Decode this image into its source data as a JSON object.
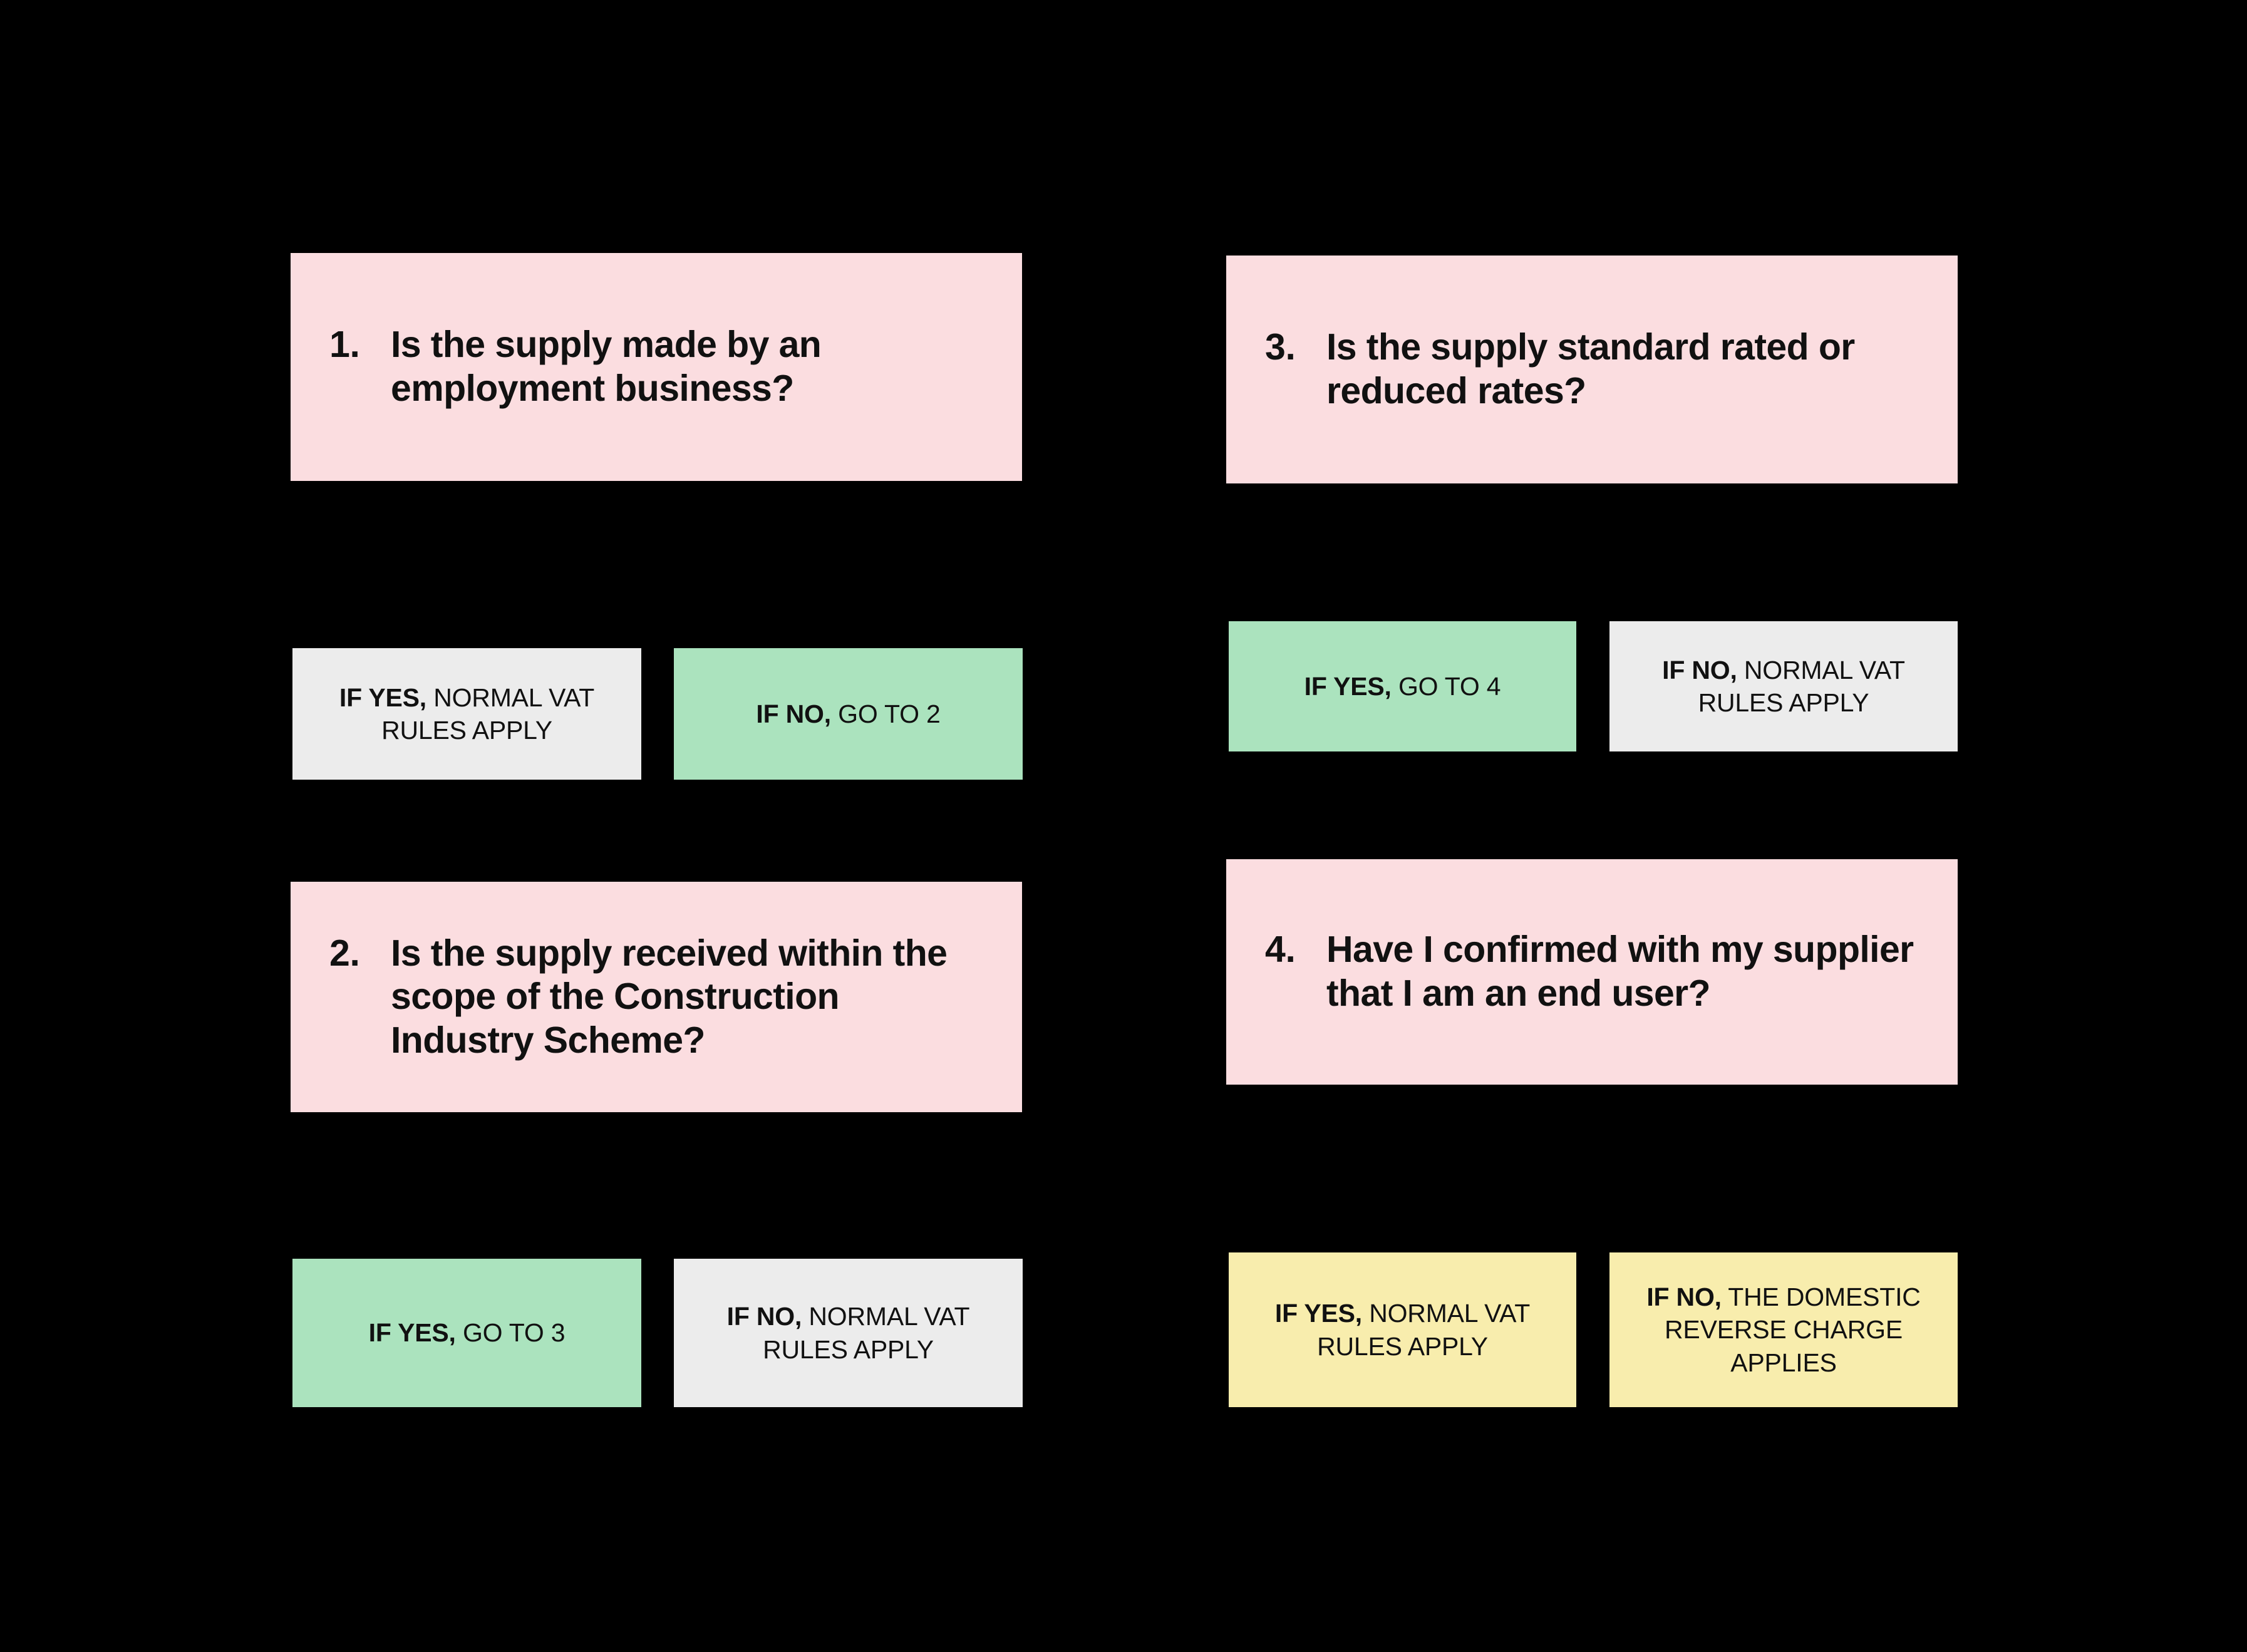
{
  "theme": {
    "background": "#000000",
    "question_bg": "#FBDDE0",
    "yes_green_bg": "#ABE3BE",
    "neutral_grey_bg": "#ECECEC",
    "highlight_yellow_bg": "#F8EDAD",
    "text_color": "#111111"
  },
  "cards": [
    {
      "number": "1.",
      "question": "Is the supply made by an employment business?",
      "answers": [
        {
          "lead": "IF YES,",
          "rest": " NORMAL VAT RULES APPLY",
          "lines": [
            "IF YES, NORMAL",
            "VAT RULES APPLY"
          ],
          "color": "grey"
        },
        {
          "lead": "IF NO,",
          "rest": " GO TO 2",
          "lines": [
            "IF NO, GO TO 2"
          ],
          "color": "green"
        }
      ]
    },
    {
      "number": "2.",
      "question": "Is the supply received within the scope of the Construction Industry Scheme?",
      "answers": [
        {
          "lead": "IF YES,",
          "rest": " GO TO 3",
          "lines": [
            "IF YES, GO TO 3"
          ],
          "color": "green"
        },
        {
          "lead": "IF NO,",
          "rest": " NORMAL VAT RULES APPLY",
          "lines": [
            "IF NO, NORMAL",
            "VAT RULES APPLY"
          ],
          "color": "grey"
        }
      ]
    },
    {
      "number": "3.",
      "question": "Is the supply standard rated or reduced rates?",
      "answers": [
        {
          "lead": "IF YES,",
          "rest": " GO TO 4",
          "lines": [
            "IF YES, GO TO 4"
          ],
          "color": "green"
        },
        {
          "lead": "IF NO,",
          "rest": " NORMAL VAT RULES APPLY",
          "lines": [
            "IF NO, NORMAL",
            "VAT RULES APPLY"
          ],
          "color": "grey"
        }
      ]
    },
    {
      "number": "4.",
      "question": "Have I confirmed with my supplier that I am an end user?",
      "answers": [
        {
          "lead": "IF YES,",
          "rest": " NORMAL VAT RULES APPLY",
          "lines": [
            "IF YES, NORMAL",
            "VAT RULES APPLY"
          ],
          "color": "yellow"
        },
        {
          "lead": "IF NO,",
          "rest": " THE DOMESTIC REVERSE CHARGE APPLIES",
          "lines": [
            "IF NO, THE",
            "DOMESTIC REVERSE",
            "CHARGE APPLIES"
          ],
          "color": "yellow"
        }
      ]
    }
  ]
}
